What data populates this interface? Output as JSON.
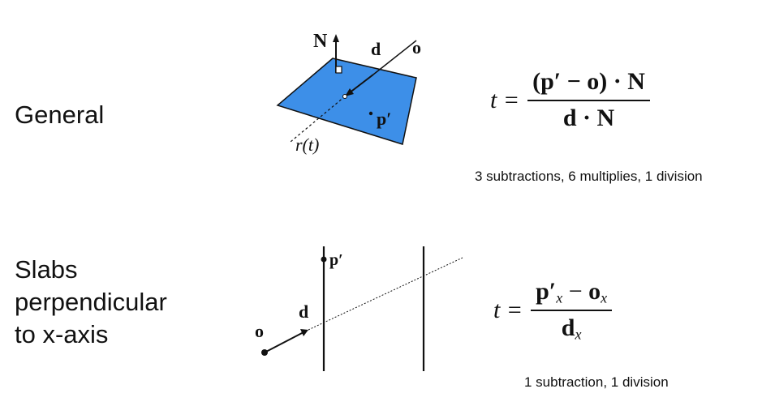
{
  "general": {
    "label": "General",
    "diagram": {
      "normal_label": "N",
      "direction_label": "d",
      "origin_label": "o",
      "point_label": "p′",
      "ray_label": "r(t)",
      "plane_color": "#3d8fe8"
    },
    "equation": {
      "lhs": "t =",
      "numerator": "(p′ − o) · N",
      "denominator": "d · N"
    },
    "cost": "3 subtractions, 6 multiplies, 1 division"
  },
  "slab": {
    "label_lines": [
      "Slabs",
      "perpendicular",
      "to x-axis"
    ],
    "diagram": {
      "point_label": "p′",
      "direction_label": "d",
      "origin_label": "o"
    },
    "equation": {
      "lhs": "t =",
      "numerator_p": "p′",
      "numerator_minus": " − ",
      "numerator_o": "o",
      "subscript": "x",
      "denominator_d": "d"
    },
    "cost": "1 subtraction, 1 division"
  }
}
